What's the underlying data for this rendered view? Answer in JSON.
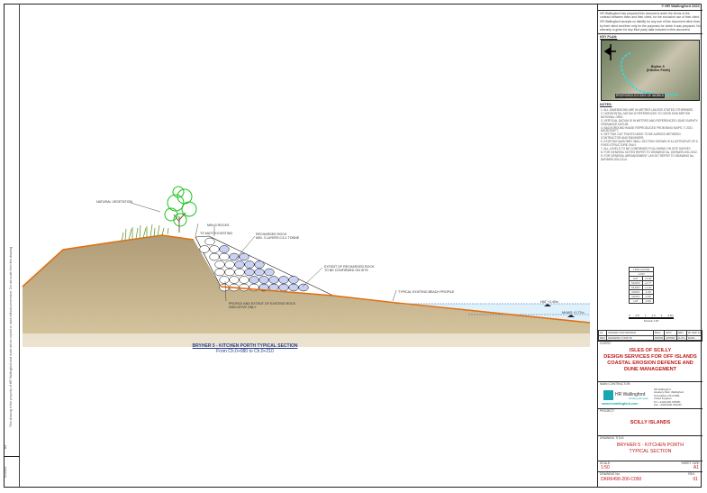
{
  "side_strip": {
    "vertical_text": "This drawing is the property of HR Wallingford and must not be copied or used without permission. Do not scale from this drawing",
    "box1": "A3",
    "box2": "01/2021"
  },
  "drawing": {
    "title": "BRYHER 5 - KITCHEN PORTH TYPICAL SECTION",
    "subtitle": "From Ch.0+080 to Ch.0+210",
    "labels": {
      "vegetation": "NATURAL VEGETATION",
      "min_rocks": "MIN. 3 ROCKS",
      "to_match": "TO MATCH EXISTING",
      "recharged_1": "RECHARGED ROCK",
      "recharged_2": "MIN. 3 LAYERS 0.5-1 TONNE",
      "extent_1": "EXTENT OF RECHARGED ROCK",
      "extent_2": "TO BE CONFIRMED ON SITE",
      "profile_1": "PROFILE AND EXTENT OF EXISTING ROCK",
      "profile_2": "INDICATIVE ONLY",
      "beach": "TYPICAL EXISTING BEACH PROFILE",
      "hat": "HAT +3.40m",
      "mhws": "MHWS +2.77m"
    },
    "colors": {
      "ground": "#b8a47e",
      "profile": "#e07010",
      "rock": "#c9d2f5",
      "water": "#dff1fb",
      "vegetation": "#22c022"
    }
  },
  "panel": {
    "copyright": "© HR Wallingford 2021",
    "disclaimer_1": "HR Wallingford has prepared this document under the terms of the contract between them and their client, for the exclusive use of their client.",
    "disclaimer_2": "HR Wallingford accepts no liability for any use of this document other than by their client and then only for the purposes for which it was prepared. No warranty is given for any third party data included in this document.",
    "key_plan_label": "KEY PLAN:",
    "map_label_1": "Bryher 5",
    "map_label_2": "(Kitchen Porth)",
    "map_callout": "PROPOSED EXTENT OF WORKS",
    "notes_label": "NOTES:",
    "notes": [
      "1. ALL DIMENSIONS ARE IN METRES UNLESS STATED OTHERWISE.",
      "2. HORIZONTAL DATUM IS REFERENCED TO OSGB 1936 BRITISH NATIONAL GRID.",
      "3. VERTICAL DATUM IS IN METRES AND REFERENCED LIDAR SURVEY: ORDNANCE DATUM.",
      "4. BACKGROUND IMAGE REPRODUCED FROM BING MAPS, © 2021 MICROSOFT.",
      "5. SETTING OUT POINTS NEED TO BE AGREED BETWEEN CONTRACTOR AND ENGINEER.",
      "6. EXISTING MASONRY WALL SECTION SHOWN IS ILLUSTRATIVE OF A FIXED STRUCTURE ONLY.",
      "7. ALL LEVELS TO BE CONFIRMED FOLLOWING ON SITE SURVEY.",
      "8. FOR GENERAL NOTES REFER TO DRAWING No. DKR6499-200-C002.",
      "9. FOR GENERAL ARRANGEMENT LAYOUT REFER TO DRAWING No. DKR6499-200-D114."
    ],
    "tide_table": {
      "title": "TIDE GAUGE",
      "unit": "mOD",
      "rows": [
        [
          "HAT",
          "+3.40"
        ],
        [
          "MHWS",
          "+2.77"
        ],
        [
          "MHWN",
          "+1.40"
        ],
        [
          "MLWN",
          "-1.60"
        ],
        [
          "MLWS",
          "-2.60"
        ],
        [
          "LAT",
          "-3.00"
        ]
      ]
    },
    "scale_bar": {
      "ticks": [
        "0",
        "0.5",
        "1",
        "1.5",
        "2",
        "2.5m"
      ],
      "label": "SCALE 1:50"
    },
    "revisions": {
      "rows": [
        [
          "01",
          "ISSUED FOR REVIEW",
          "MAA",
          "APO",
          "ABO",
          "20 SEP 21"
        ],
        [
          "REV",
          "DRAWING STATUS",
          "DRWN",
          "APPRD",
          "AUTH",
          "DATE"
        ]
      ]
    },
    "client_label": "CLIENT:",
    "client": [
      "ISLES OF SCILLY",
      "DESIGN SERVICES FOR OFF ISLANDS",
      "COASTAL EROSION DEFENCE AND",
      "DUNE MANAGEMENT"
    ],
    "contractor_label": "MAIN CONTRACTOR:",
    "company": {
      "name": "HR Wallingford",
      "tagline": "Working with water",
      "web": "www.hrwallingford.com",
      "address": [
        "HR Wallingford",
        "Howbery Park, Wallingford",
        "Oxfordshire OX10 8BA",
        "United Kingdom"
      ],
      "tel": "Tel: +44(0)1491 835381",
      "fax": "Fax: +44(0)1491 832233"
    },
    "project_label": "PROJECT:",
    "project": "SCILLY ISLANDS",
    "drawing_title_label": "DRAWING TITLE:",
    "drawing_title": [
      "BRYHER 5 - KITCHEN PORTH",
      "TYPICAL SECTION"
    ],
    "scale_label": "SCALE:",
    "scale": "1:50",
    "sheet_label": "SHEET SIZE:",
    "sheet": "A1",
    "drawing_no_label": "DRAWING No:",
    "drawing_no": "DKR6499-200-C050",
    "rev_label": "REV:",
    "rev": "01"
  }
}
